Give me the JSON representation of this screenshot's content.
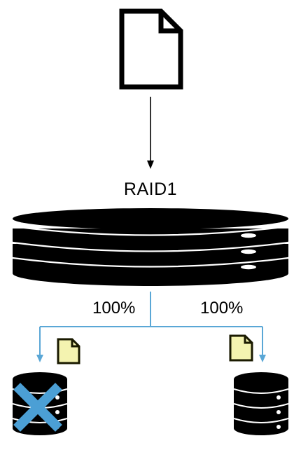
{
  "raid": {
    "label": "RAID1"
  },
  "branches": {
    "left_percent": "100%",
    "right_percent": "100%"
  },
  "disks": {
    "left_status": "failed",
    "right_status": "ok"
  },
  "colors": {
    "ink": "#000000",
    "connector": "#5aa7d6",
    "doc_yellow": "#f4f3b0",
    "doc_outline": "#1a1a00",
    "failed_mark": "#4b9fd5"
  },
  "icons": {
    "source": "document-icon",
    "array": "raid-array-icon",
    "copy": "document-copy-icon",
    "disk": "database-icon",
    "failure": "x-mark-icon"
  }
}
